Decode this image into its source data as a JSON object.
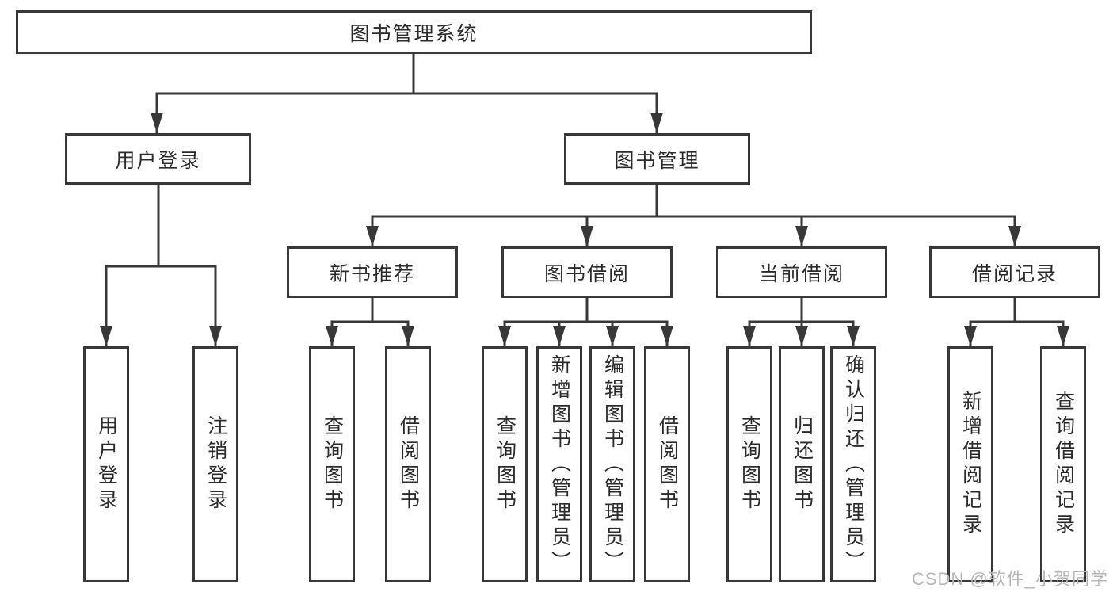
{
  "diagram": {
    "title": "图书管理系统",
    "root": {
      "label": "图书管理系统"
    },
    "level2": [
      {
        "label": "用户登录"
      },
      {
        "label": "图书管理"
      }
    ],
    "level3": [
      {
        "label": "新书推荐",
        "parent": "图书管理"
      },
      {
        "label": "图书借阅",
        "parent": "图书管理"
      },
      {
        "label": "当前借阅",
        "parent": "图书管理"
      },
      {
        "label": "借阅记录",
        "parent": "图书管理"
      }
    ],
    "leaves": [
      {
        "label": "用户登录",
        "parent": "用户登录"
      },
      {
        "label": "注销登录",
        "parent": "用户登录"
      },
      {
        "label": "查询图书",
        "parent": "新书推荐"
      },
      {
        "label": "借阅图书",
        "parent": "新书推荐"
      },
      {
        "label": "查询图书",
        "parent": "图书借阅"
      },
      {
        "label": "新增图书（管理员）",
        "parent": "图书借阅"
      },
      {
        "label": "编辑图书（管理员）",
        "parent": "图书借阅"
      },
      {
        "label": "借阅图书",
        "parent": "图书借阅"
      },
      {
        "label": "查询图书",
        "parent": "当前借阅"
      },
      {
        "label": "归还图书",
        "parent": "当前借阅"
      },
      {
        "label": "确认归还（管理员）",
        "parent": "当前借阅"
      },
      {
        "label": "新增借阅记录",
        "parent": "借阅记录"
      },
      {
        "label": "查询借阅记录",
        "parent": "借阅记录"
      }
    ]
  },
  "watermark": {
    "text": "CSDN @软件_小贺同学"
  },
  "colors": {
    "background": "#ffffff",
    "line": "#383838",
    "box_border": "#383838",
    "text": "#2b2b2b",
    "watermark": "#b6b6b6"
  }
}
